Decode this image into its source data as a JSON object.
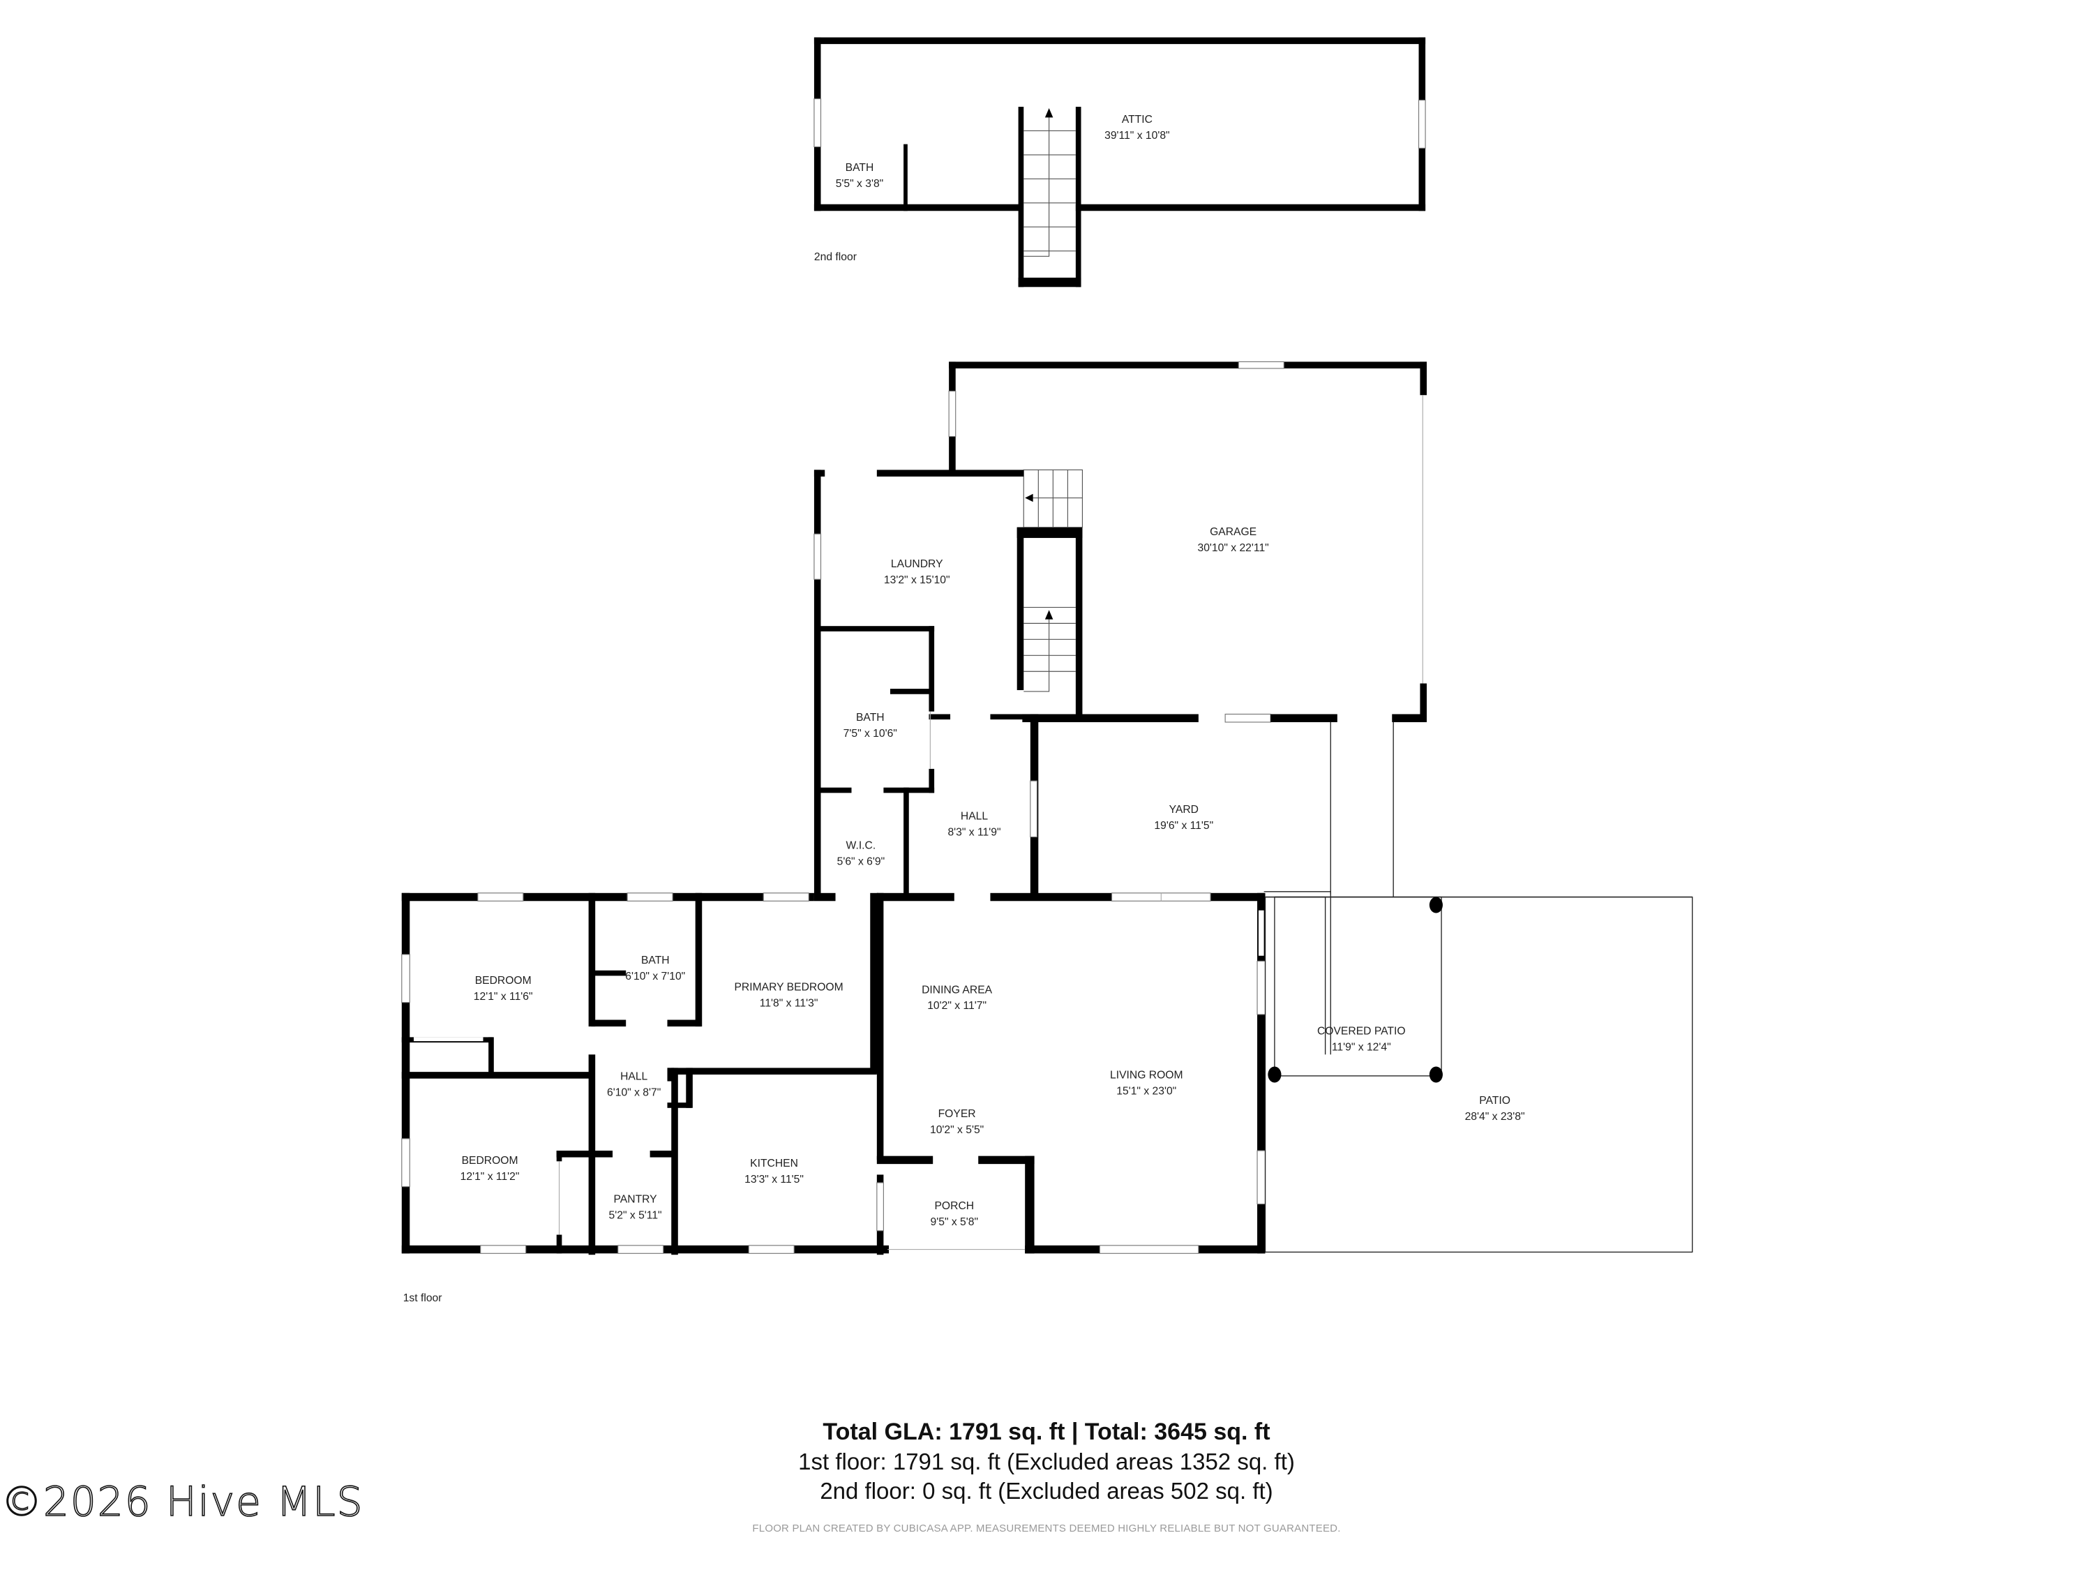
{
  "floors": {
    "second": {
      "label": "2nd floor",
      "rooms": [
        {
          "name": "ATTIC",
          "dims": "39'11\" x 10'8\""
        },
        {
          "name": "BATH",
          "dims": "5'5\" x 3'8\""
        }
      ]
    },
    "first": {
      "label": "1st floor",
      "rooms": [
        {
          "name": "GARAGE",
          "dims": "30'10\" x 22'11\""
        },
        {
          "name": "LAUNDRY",
          "dims": "13'2\" x 15'10\""
        },
        {
          "name": "BATH",
          "dims": "7'5\" x 10'6\""
        },
        {
          "name": "HALL",
          "dims": "8'3\" x 11'9\""
        },
        {
          "name": "W.I.C.",
          "dims": "5'6\" x 6'9\""
        },
        {
          "name": "YARD",
          "dims": "19'6\" x 11'5\""
        },
        {
          "name": "BEDROOM",
          "dims": "12'1\" x 11'6\""
        },
        {
          "name": "BATH",
          "dims": "6'10\" x 7'10\""
        },
        {
          "name": "PRIMARY BEDROOM",
          "dims": "11'8\" x 11'3\""
        },
        {
          "name": "HALL",
          "dims": "6'10\" x 8'7\""
        },
        {
          "name": "BEDROOM",
          "dims": "12'1\" x 11'2\""
        },
        {
          "name": "PANTRY",
          "dims": "5'2\" x 5'11\""
        },
        {
          "name": "KITCHEN",
          "dims": "13'3\" x 11'5\""
        },
        {
          "name": "DINING AREA",
          "dims": "10'2\" x 11'7\""
        },
        {
          "name": "FOYER",
          "dims": "10'2\" x 5'5\""
        },
        {
          "name": "PORCH",
          "dims": "9'5\" x 5'8\""
        },
        {
          "name": "LIVING ROOM",
          "dims": "15'1\" x 23'0\""
        },
        {
          "name": "COVERED PATIO",
          "dims": "11'9\" x 12'4\""
        },
        {
          "name": "PATIO",
          "dims": "28'4\" x 23'8\""
        }
      ]
    }
  },
  "summary": {
    "total": "Total GLA: 1791 sq. ft | Total: 3645 sq. ft",
    "first_floor": "1st floor: 1791 sq. ft (Excluded areas 1352 sq. ft)",
    "second_floor": "2nd floor: 0 sq. ft (Excluded areas 502 sq. ft)"
  },
  "disclaimer": "FLOOR PLAN CREATED BY CUBICASA APP. MEASUREMENTS DEEMED HIGHLY RELIABLE BUT NOT GUARANTEED.",
  "watermark": "©2026 Hive MLS",
  "colors": {
    "wall": "#000000",
    "background": "#ffffff",
    "disclaimer": "#9a9a9a"
  }
}
